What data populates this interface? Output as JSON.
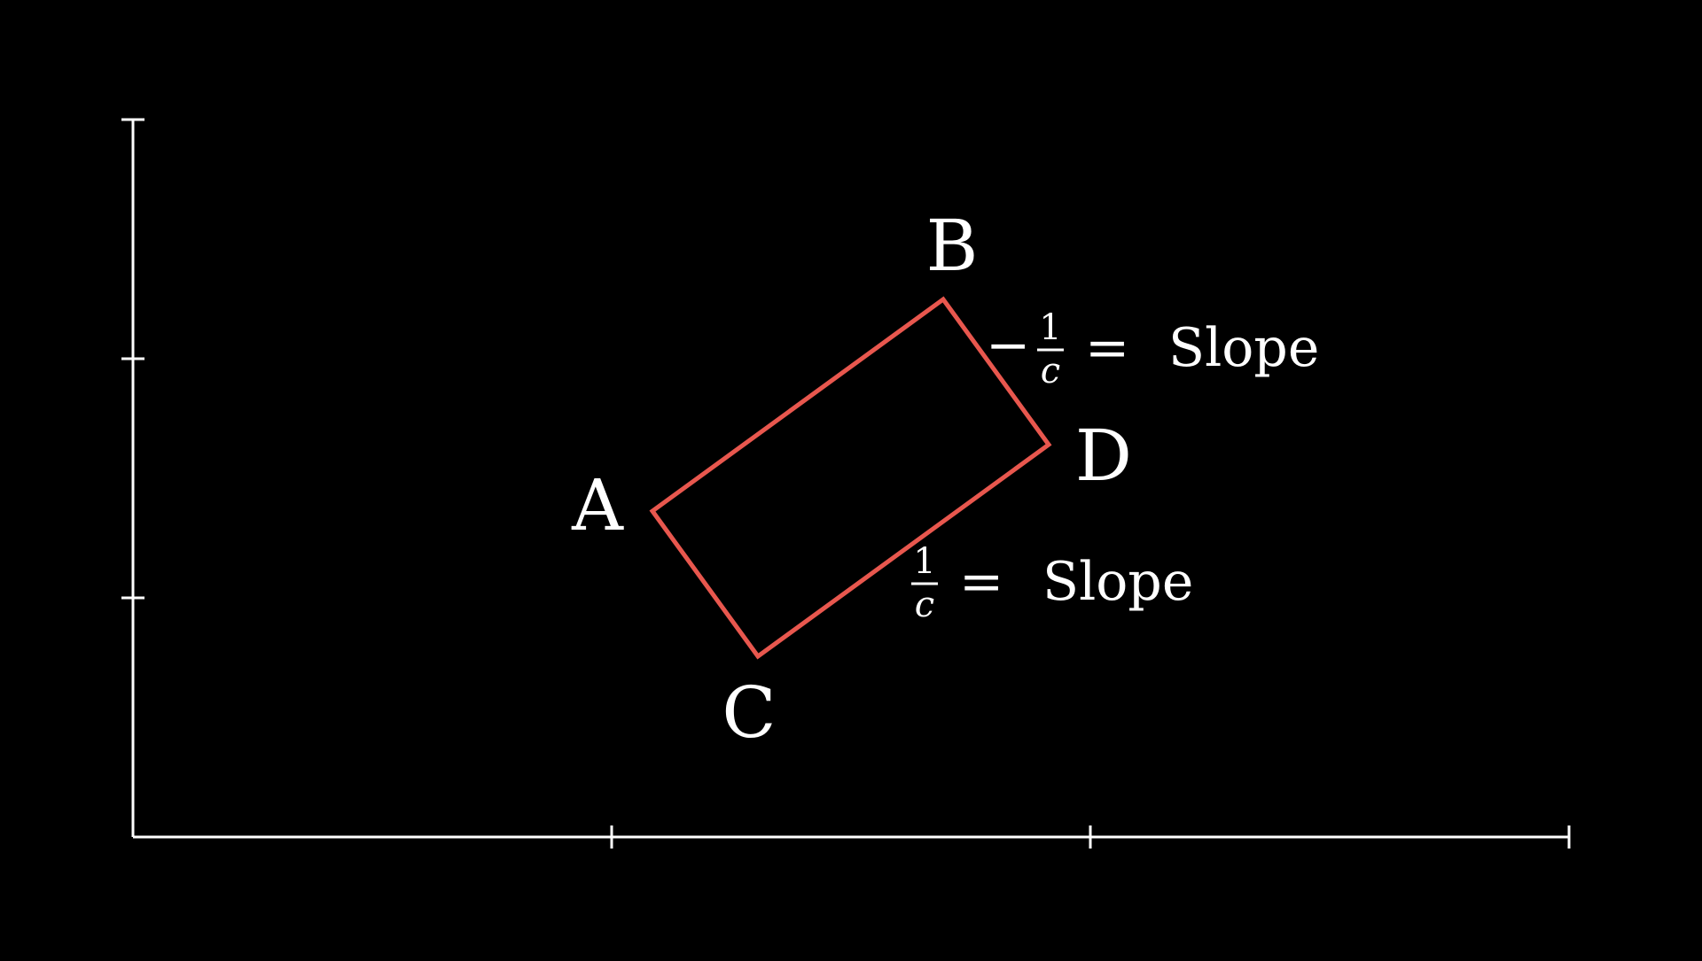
{
  "colors": {
    "background": "#000000",
    "axes": "#ffffff",
    "rectangle": "#e8574e",
    "text": "#ffffff"
  },
  "vertices": {
    "A": "A",
    "B": "B",
    "C": "C",
    "D": "D"
  },
  "slope_upper": {
    "sign": "−",
    "numerator": "1",
    "denominator": "c",
    "equals": "=",
    "label": "Slope"
  },
  "slope_lower": {
    "numerator": "1",
    "denominator": "c",
    "equals": "=",
    "label": "Slope"
  }
}
